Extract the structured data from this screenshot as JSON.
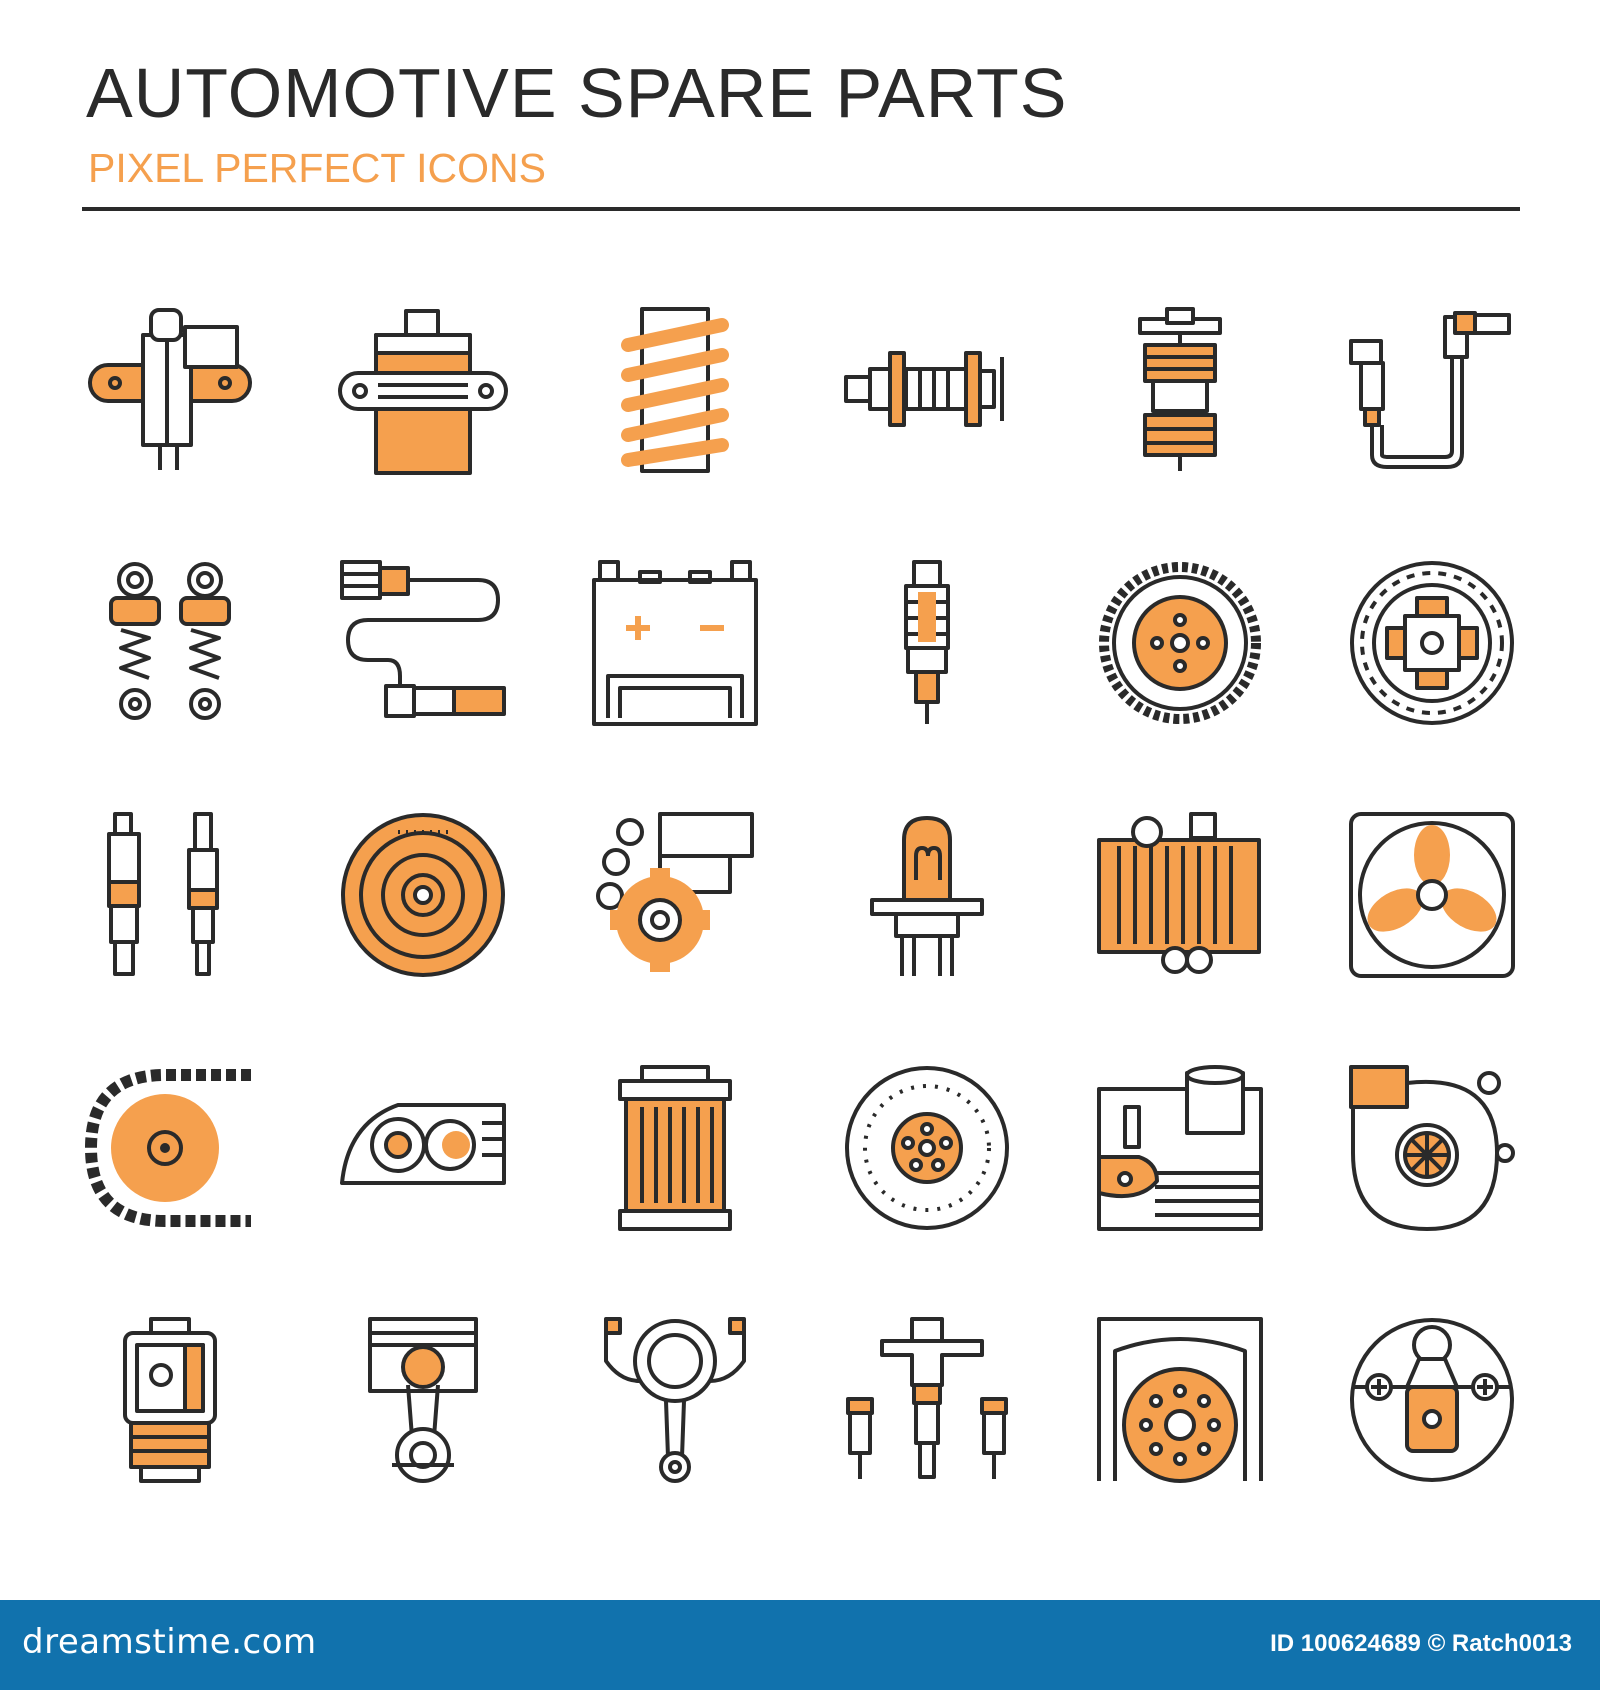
{
  "header": {
    "title": "AUTOMOTIVE SPARE PARTS",
    "subtitle": "PIXEL PERFECT ICONS"
  },
  "colors": {
    "accent": "#f5a04e",
    "stroke": "#2a2a2a",
    "footer": "#1172ad"
  },
  "icons": [
    "ignition-distributor-icon",
    "ignition-coil-icon",
    "coil-spring-icon",
    "crankshaft-icon",
    "gear-shaft-icon",
    "oxygen-sensor-cable-icon",
    "shock-absorbers-icon",
    "sensor-cable-icon",
    "car-battery-icon",
    "spark-plug-icon",
    "flywheel-gear-icon",
    "clutch-disc-icon",
    "glow-plugs-icon",
    "clutch-plate-icon",
    "timing-gear-icon",
    "headlight-bulb-icon",
    "radiator-icon",
    "cooling-fan-icon",
    "timing-chain-icon",
    "headlight-icon",
    "oil-filter-icon",
    "brake-disc-icon",
    "engine-block-icon",
    "turbocharger-icon",
    "alternator-icon",
    "piston-icon",
    "connecting-rod-icon",
    "fuel-injectors-icon",
    "wheel-hub-icon",
    "brake-drum-icon"
  ],
  "footer": {
    "brand": "dreamstime.com",
    "id_text": "ID 100624689 © Ratch0013"
  }
}
